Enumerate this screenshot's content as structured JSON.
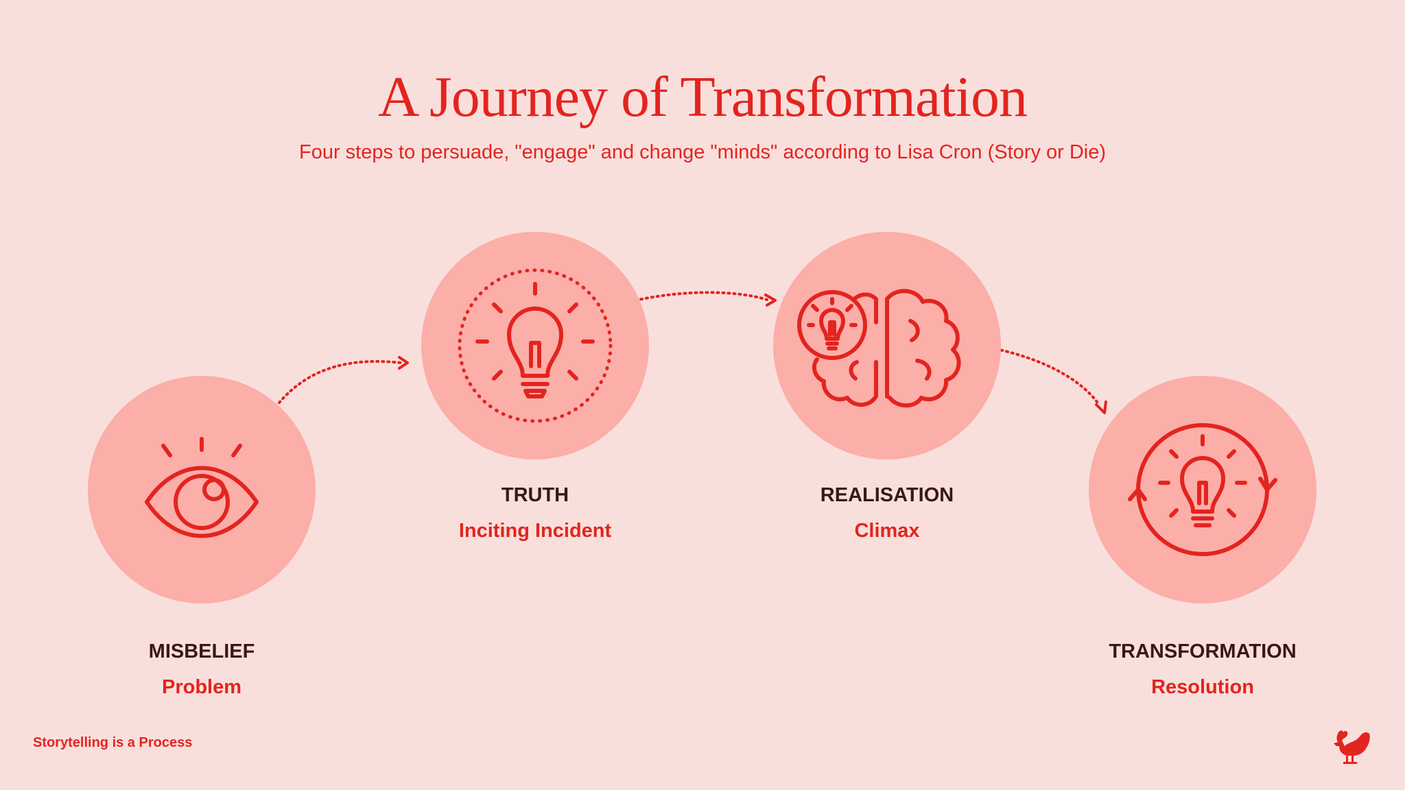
{
  "title": "A Journey of Transformation",
  "subtitle": "Four steps to persuade, \"engage\" and change \"minds\" according to Lisa Cron (Story or Die)",
  "steps": [
    {
      "stage": "MISBELIEF",
      "beat": "Problem",
      "icon": "eye-icon"
    },
    {
      "stage": "TRUTH",
      "beat": "Inciting Incident",
      "icon": "lightbulb-icon"
    },
    {
      "stage": "REALISATION",
      "beat": "Climax",
      "icon": "brain-lightbulb-icon"
    },
    {
      "stage": "TRANSFORMATION",
      "beat": "Resolution",
      "icon": "lightbulb-cycle-icon"
    }
  ],
  "footer": "Storytelling is a Process",
  "logo": "rooster-icon",
  "colors": {
    "background": "#f9dfdc",
    "circle": "#fcaea9",
    "accent": "#e3241f",
    "dark_text": "#3a1717"
  }
}
